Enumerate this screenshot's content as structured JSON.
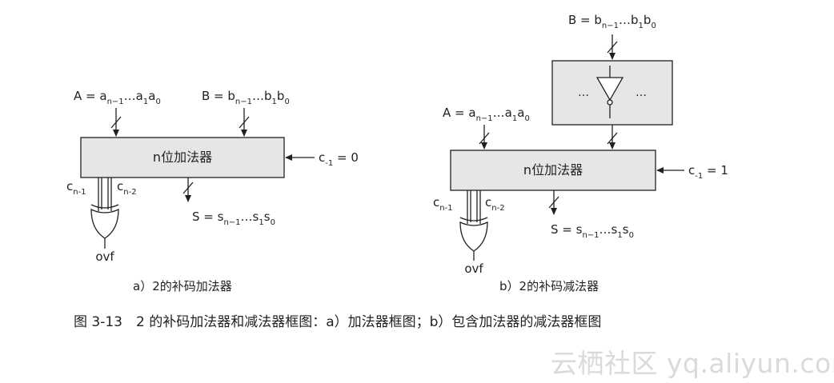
{
  "diagram": {
    "left": {
      "box_label": "n位加法器",
      "input_a": {
        "base": "A = a",
        "sub1": "n−1",
        "mid": "…a",
        "sub2": "1",
        "tail": "a",
        "sub3": "0"
      },
      "input_b": {
        "base": "B = b",
        "sub1": "n−1",
        "mid": "…b",
        "sub2": "1",
        "tail": "b",
        "sub3": "0"
      },
      "carry_in": {
        "base": "c",
        "sub": "-1",
        "tail": " = 0"
      },
      "sum": {
        "base": "S = s",
        "sub1": "n−1",
        "mid": "…s",
        "sub2": "1",
        "tail": "s",
        "sub3": "0"
      },
      "carry_n1": {
        "base": "c",
        "sub": "n-1"
      },
      "carry_n2": {
        "base": "c",
        "sub": "n-2"
      },
      "ovf": "ovf",
      "caption": "a）2的补码加法器"
    },
    "right": {
      "box_label": "n位加法器",
      "input_a": {
        "base": "A = a",
        "sub1": "n−1",
        "mid": "…a",
        "sub2": "1",
        "tail": "a",
        "sub3": "0"
      },
      "input_b": {
        "base": "B = b",
        "sub1": "n−1",
        "mid": "…b",
        "sub2": "1",
        "tail": "b",
        "sub3": "0"
      },
      "carry_in": {
        "base": "c",
        "sub": "-1",
        "tail": " = 1"
      },
      "sum": {
        "base": "S = s",
        "sub1": "n−1",
        "mid": "…s",
        "sub2": "1",
        "tail": "s",
        "sub3": "0"
      },
      "carry_n1": {
        "base": "c",
        "sub": "n-1"
      },
      "carry_n2": {
        "base": "c",
        "sub": "n-2"
      },
      "ovf": "ovf",
      "dots_left": "…",
      "dots_right": "…",
      "caption": "b）2的补码减法器"
    },
    "figure_caption": "图 3-13　2 的补码加法器和减法器框图：a）加法器框图；b）包含加法器的减法器框图"
  },
  "watermark": "云栖社区 yq.aliyun.com",
  "colors": {
    "box_fill": "#e5e6e7",
    "stroke": "#231f20",
    "text": "#231f20",
    "watermark": "#d9dadb"
  }
}
